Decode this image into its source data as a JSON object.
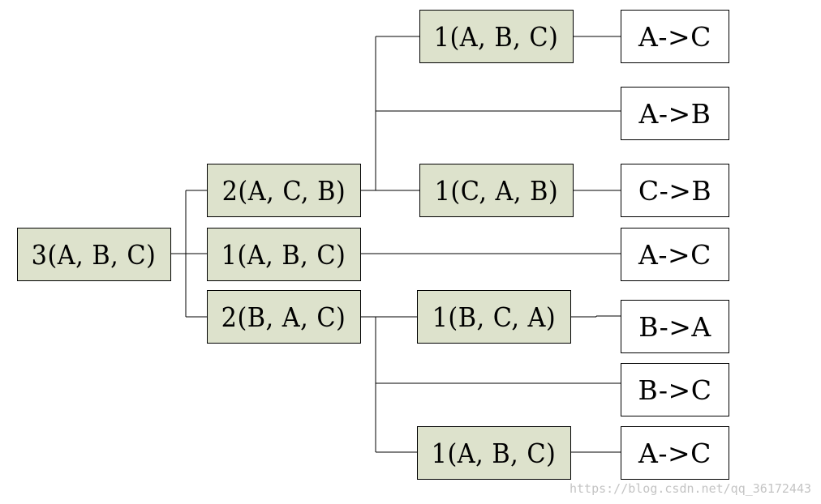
{
  "calls": {
    "root": "3(A, B, C)",
    "level2": [
      "2(A, C, B)",
      "1(A, B, C)",
      "2(B, A, C)"
    ],
    "level3": [
      "1(A, B, C)",
      "1(C, A, B)",
      "1(B, C, A)",
      "1(A, B, C)"
    ]
  },
  "moves": [
    "A->C",
    "A->B",
    "C->B",
    "A->C",
    "B->A",
    "B->C",
    "A->C"
  ],
  "watermark": "https://blog.csdn.net/qq_36172443",
  "colors": {
    "call_fill": "#dde2cc",
    "move_fill": "#ffffff",
    "line": "#000000",
    "watermark": "#c4c4c4"
  }
}
